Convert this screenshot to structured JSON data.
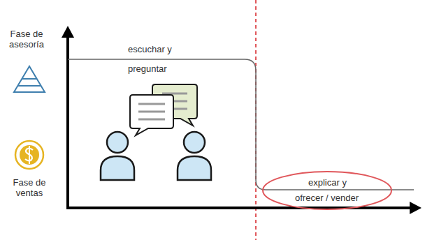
{
  "diagram": {
    "nodes": [
      {
        "text": [
          "explicar y",
          "ofrecer / vender"
        ]
      }
    ],
    "labels": [
      "Fase de asesoría",
      "Fase de ventas",
      "escuchar y",
      "preguntar"
    ]
  }
}
